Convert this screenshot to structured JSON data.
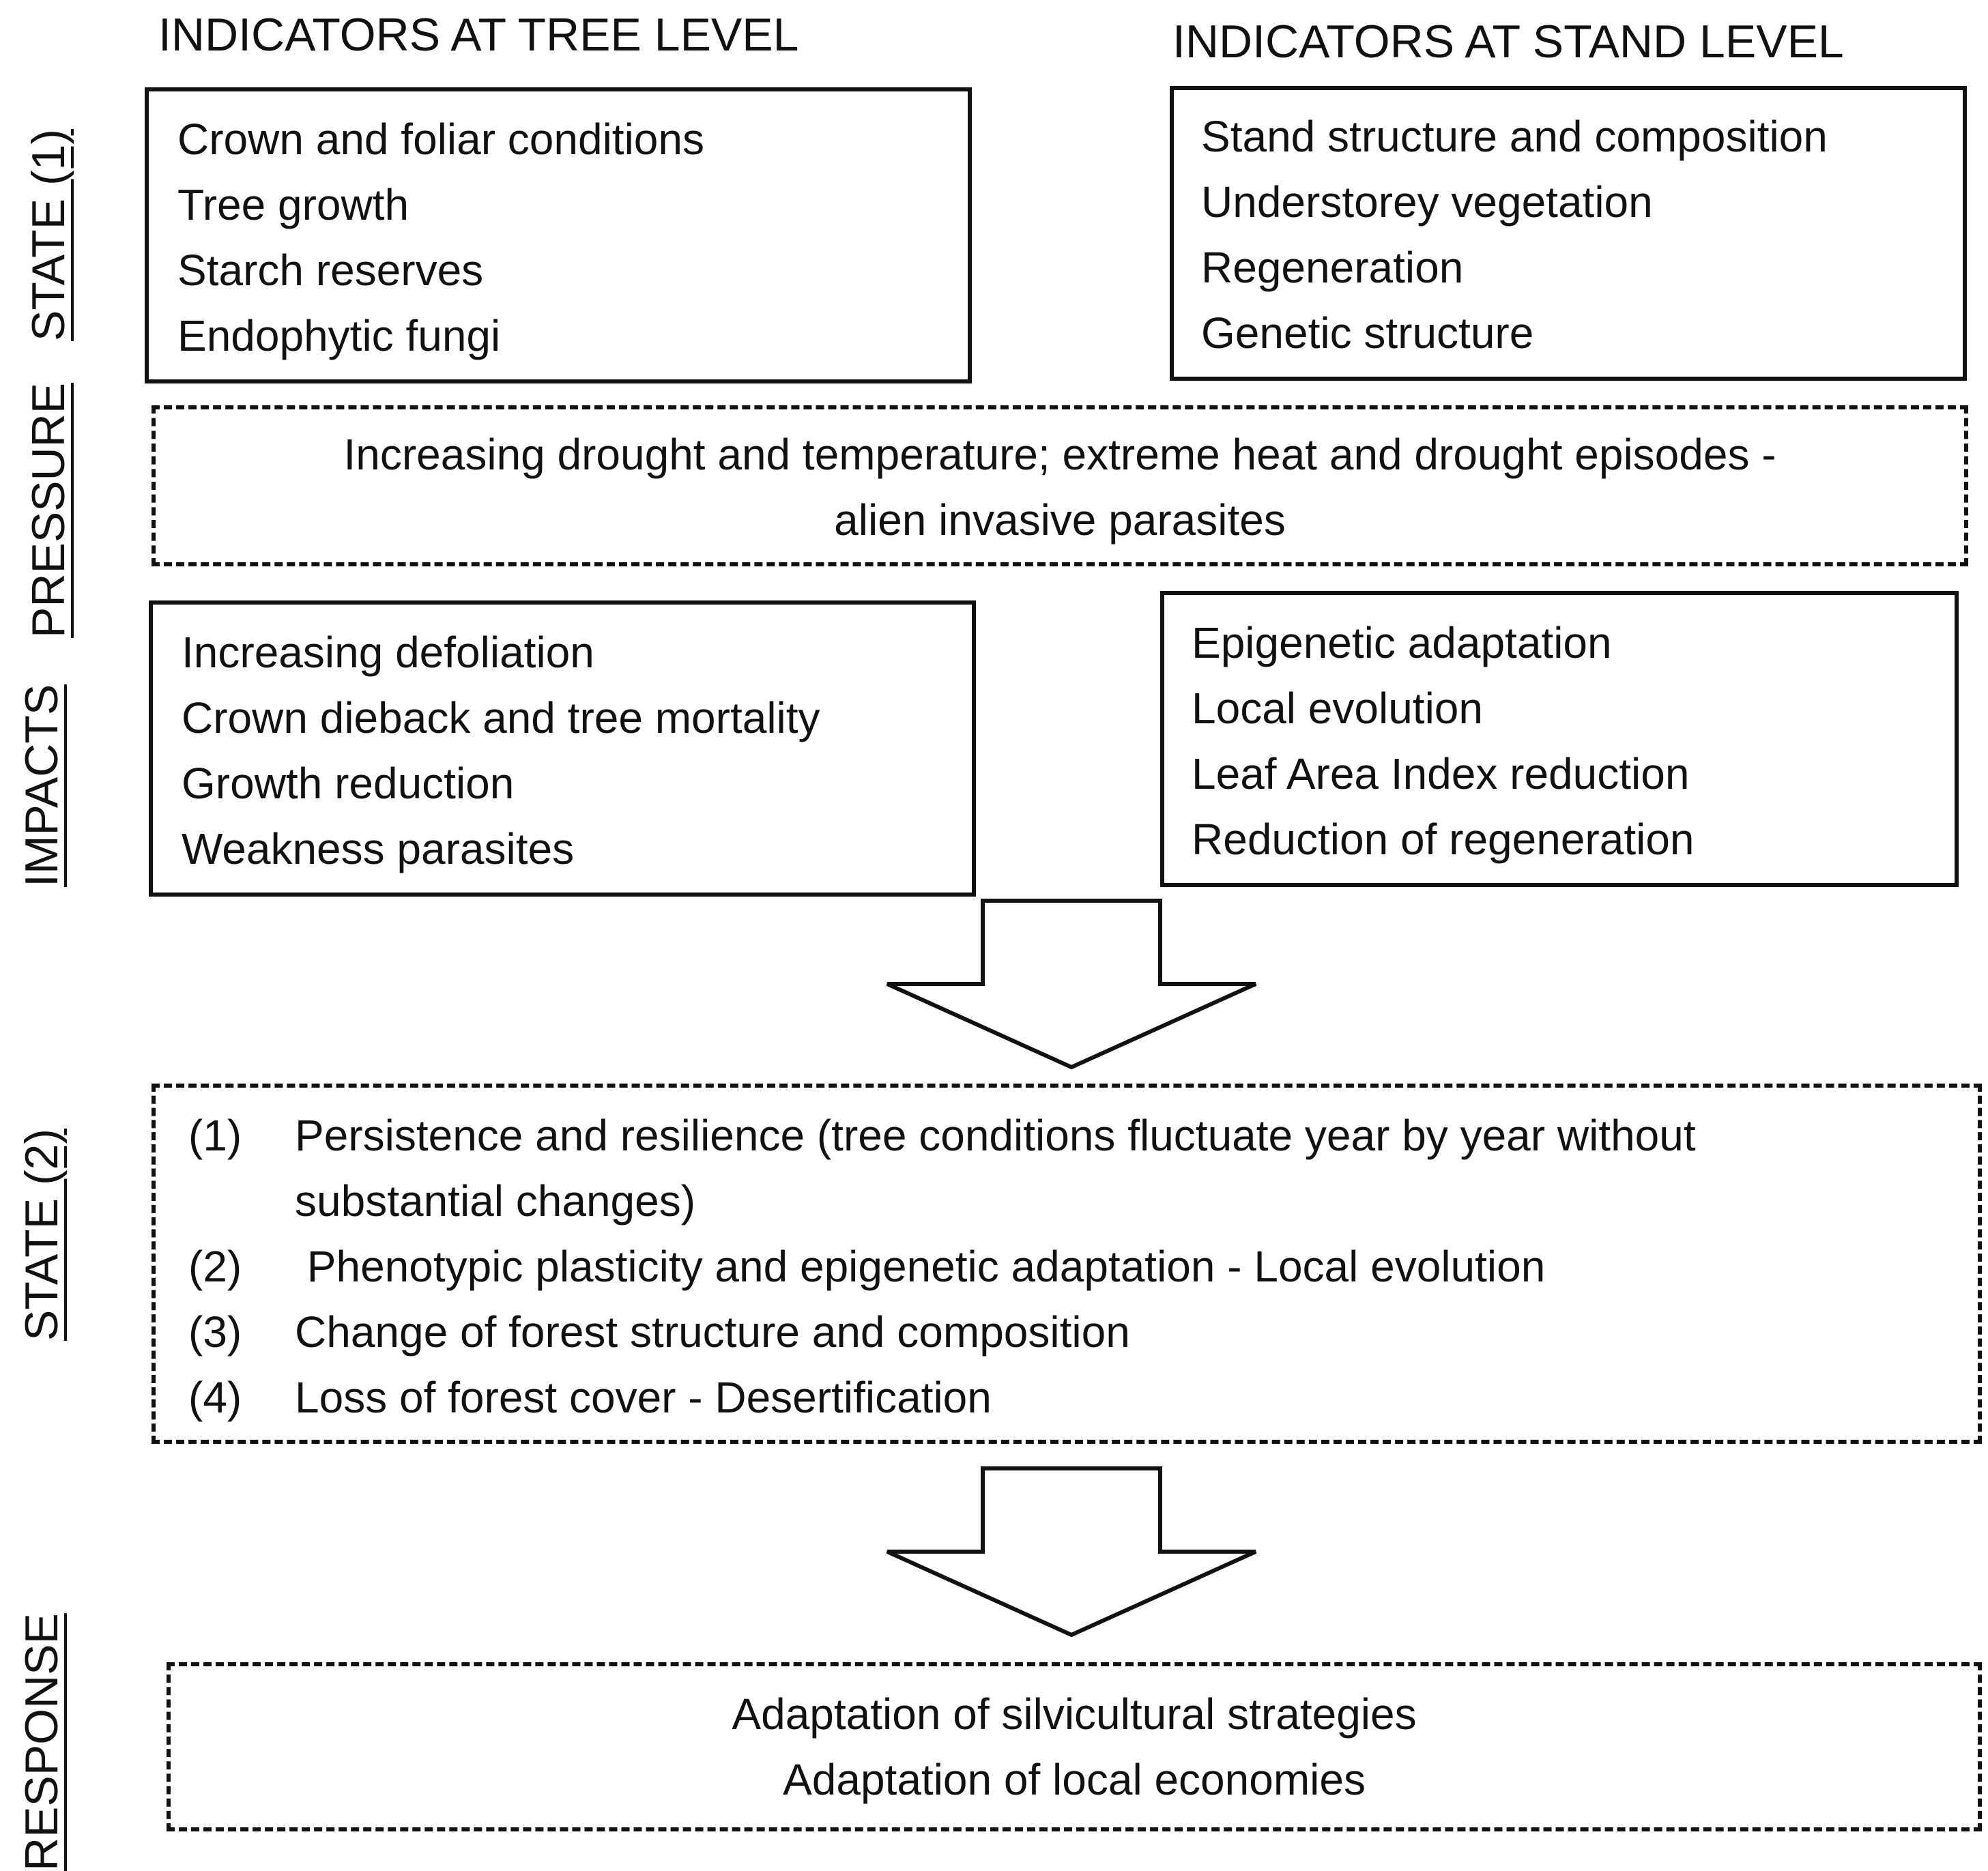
{
  "headings": {
    "tree_level": "INDICATORS AT TREE LEVEL",
    "stand_level": "INDICATORS AT STAND LEVEL"
  },
  "side_labels": {
    "state1": "STATE (1)",
    "pressure": "PRESSURE",
    "impacts": "IMPACTS",
    "state2": "STATE (2)",
    "response": "RESPONSE"
  },
  "state1": {
    "tree_items": [
      "Crown and foliar conditions",
      "Tree growth",
      "Starch reserves",
      "Endophytic fungi"
    ],
    "stand_items": [
      "Stand structure and composition",
      "Understorey  vegetation",
      "Regeneration",
      "Genetic structure"
    ]
  },
  "pressure": {
    "lines": [
      "Increasing drought and temperature; extreme heat and drought episodes -",
      "alien invasive parasites"
    ]
  },
  "impacts": {
    "tree_items": [
      "Increasing defoliation",
      "Crown dieback and tree mortality",
      "Growth reduction",
      "Weakness parasites"
    ],
    "stand_items": [
      "Epigenetic adaptation",
      "Local evolution",
      "Leaf Area Index reduction",
      "Reduction of regeneration"
    ]
  },
  "state2": {
    "items": [
      {
        "num": "(1)",
        "text": "Persistence and resilience (tree conditions fluctuate year by year without",
        "cont": "substantial changes)"
      },
      {
        "num": "(2)",
        "text": " Phenotypic plasticity and epigenetic adaptation - Local evolution",
        "cont": ""
      },
      {
        "num": "(3)",
        "text": "Change of forest structure and composition",
        "cont": ""
      },
      {
        "num": "(4)",
        "text": "Loss of forest cover - Desertification",
        "cont": ""
      }
    ]
  },
  "response": {
    "lines": [
      "Adaptation of silvicultural strategies",
      "Adaptation of local economies"
    ]
  }
}
